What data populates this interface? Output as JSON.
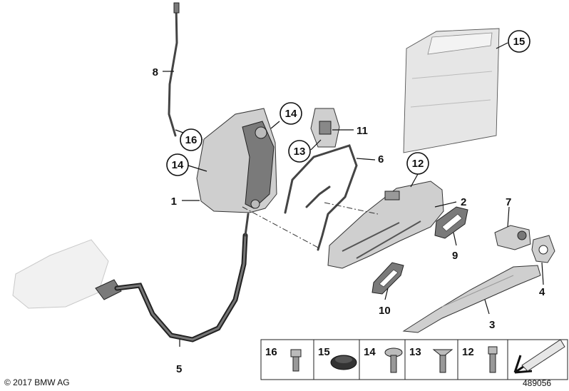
{
  "diagram": {
    "callouts": {
      "c1": "1",
      "c2": "2",
      "c3": "3",
      "c4": "4",
      "c5": "5",
      "c6": "6",
      "c7": "7",
      "c8": "8",
      "c9": "9",
      "c10": "10",
      "c11": "11",
      "c12": "12",
      "c13": "13",
      "c14a": "14",
      "c14b": "14",
      "c15": "15",
      "c16": "16"
    },
    "legend": [
      "16",
      "15",
      "14",
      "13",
      "12"
    ],
    "copyright": "© 2017 BMW AG",
    "diagram_number": "489056"
  }
}
